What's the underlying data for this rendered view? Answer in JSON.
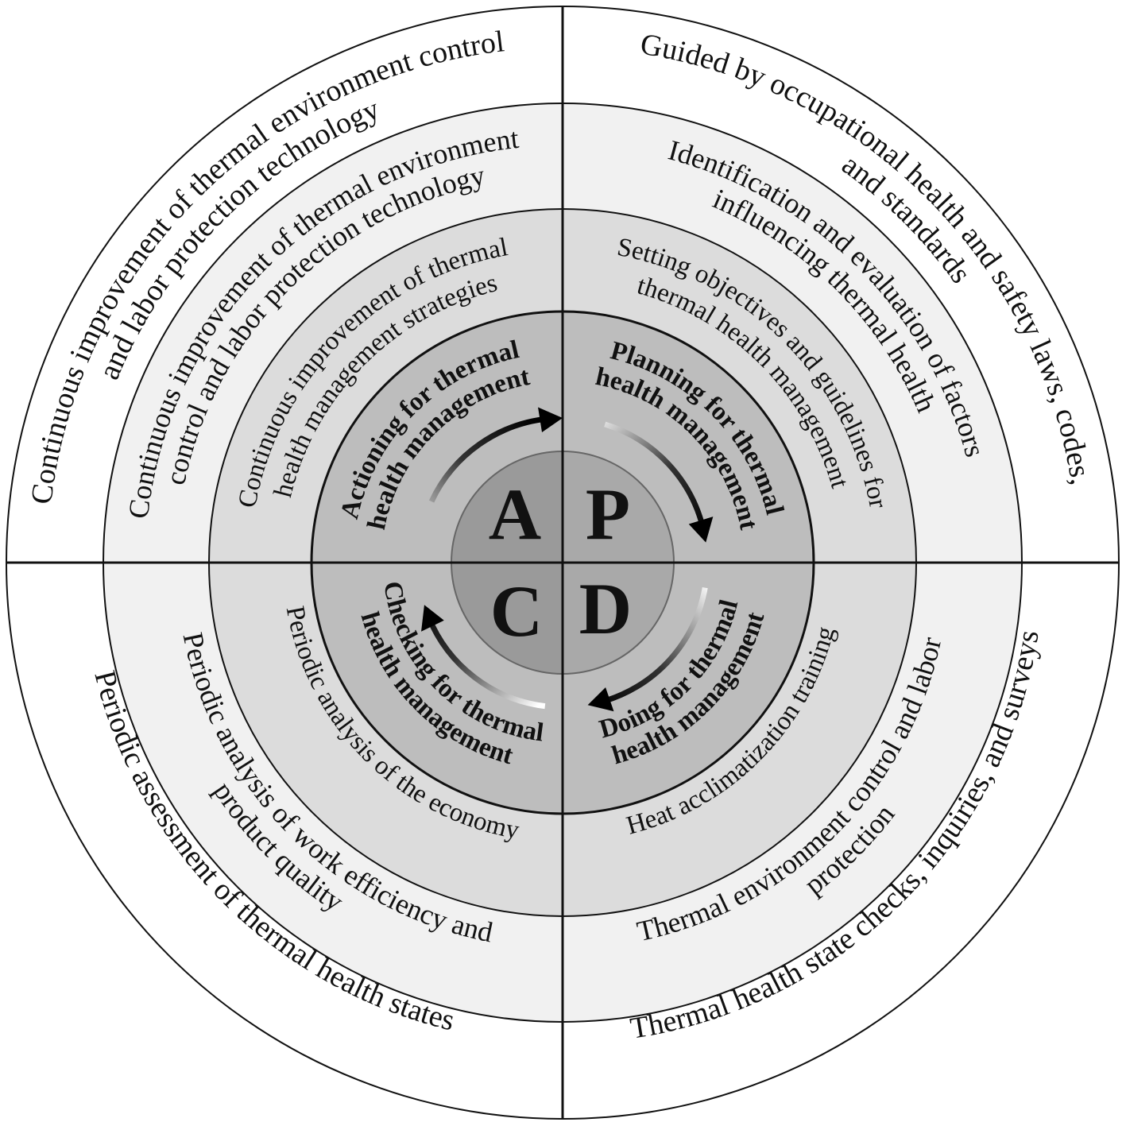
{
  "colors": {
    "outer_ring": "#ffffff",
    "second_ring": "#f1f1f1",
    "third_ring": "#dcdcdc",
    "inner_ring": "#bdbdbd",
    "center_right": "#a9a9a9",
    "center_left": "#9a9a9a",
    "stroke": "#111111"
  },
  "center": {
    "letters": {
      "a": "A",
      "p": "P",
      "c": "C",
      "d": "D"
    }
  },
  "quadrants": {
    "plan": {
      "inner": [
        "Planning for thermal",
        "health management"
      ],
      "third": [
        "Setting objectives and guidelines for",
        "thermal health management"
      ],
      "second": [
        "Identification and evaluation of factors",
        "influencing thermal health"
      ],
      "outer": [
        "Guided by occupational health and safety laws, codes,",
        "and standards"
      ]
    },
    "do": {
      "inner": [
        "Doing for thermal",
        "health management"
      ],
      "third": [
        "Heat acclimatization training"
      ],
      "second": [
        "Thermal environment control and labor",
        "protection"
      ],
      "outer": [
        "Thermal health state checks, inquiries, and surveys"
      ]
    },
    "check": {
      "inner": [
        "Checking for thermal",
        "health management"
      ],
      "third": [
        "Periodic analysis of the economy"
      ],
      "second": [
        "Periodic analysis of work efficiency and",
        "product quality"
      ],
      "outer": [
        "Periodic assessment of thermal health states"
      ]
    },
    "act": {
      "inner": [
        "Actioning for thermal",
        "health management"
      ],
      "third": [
        "Continuous improvement of thermal",
        "health management strategies"
      ],
      "second": [
        "Continuous improvement of thermal environment",
        "control and labor protection technology"
      ],
      "outer": [
        "Continuous improvement of thermal environment control",
        "and labor protection technology"
      ]
    }
  },
  "cycle_arrows": [
    {
      "name": "arrow-act-to-plan",
      "from_deg": 205,
      "to_deg": 270
    },
    {
      "name": "arrow-plan-to-do",
      "from_deg": 287,
      "to_deg": 352
    },
    {
      "name": "arrow-do-to-check",
      "from_deg": 10,
      "to_deg": 80
    },
    {
      "name": "arrow-check-to-act",
      "from_deg": 97,
      "to_deg": 163
    }
  ]
}
